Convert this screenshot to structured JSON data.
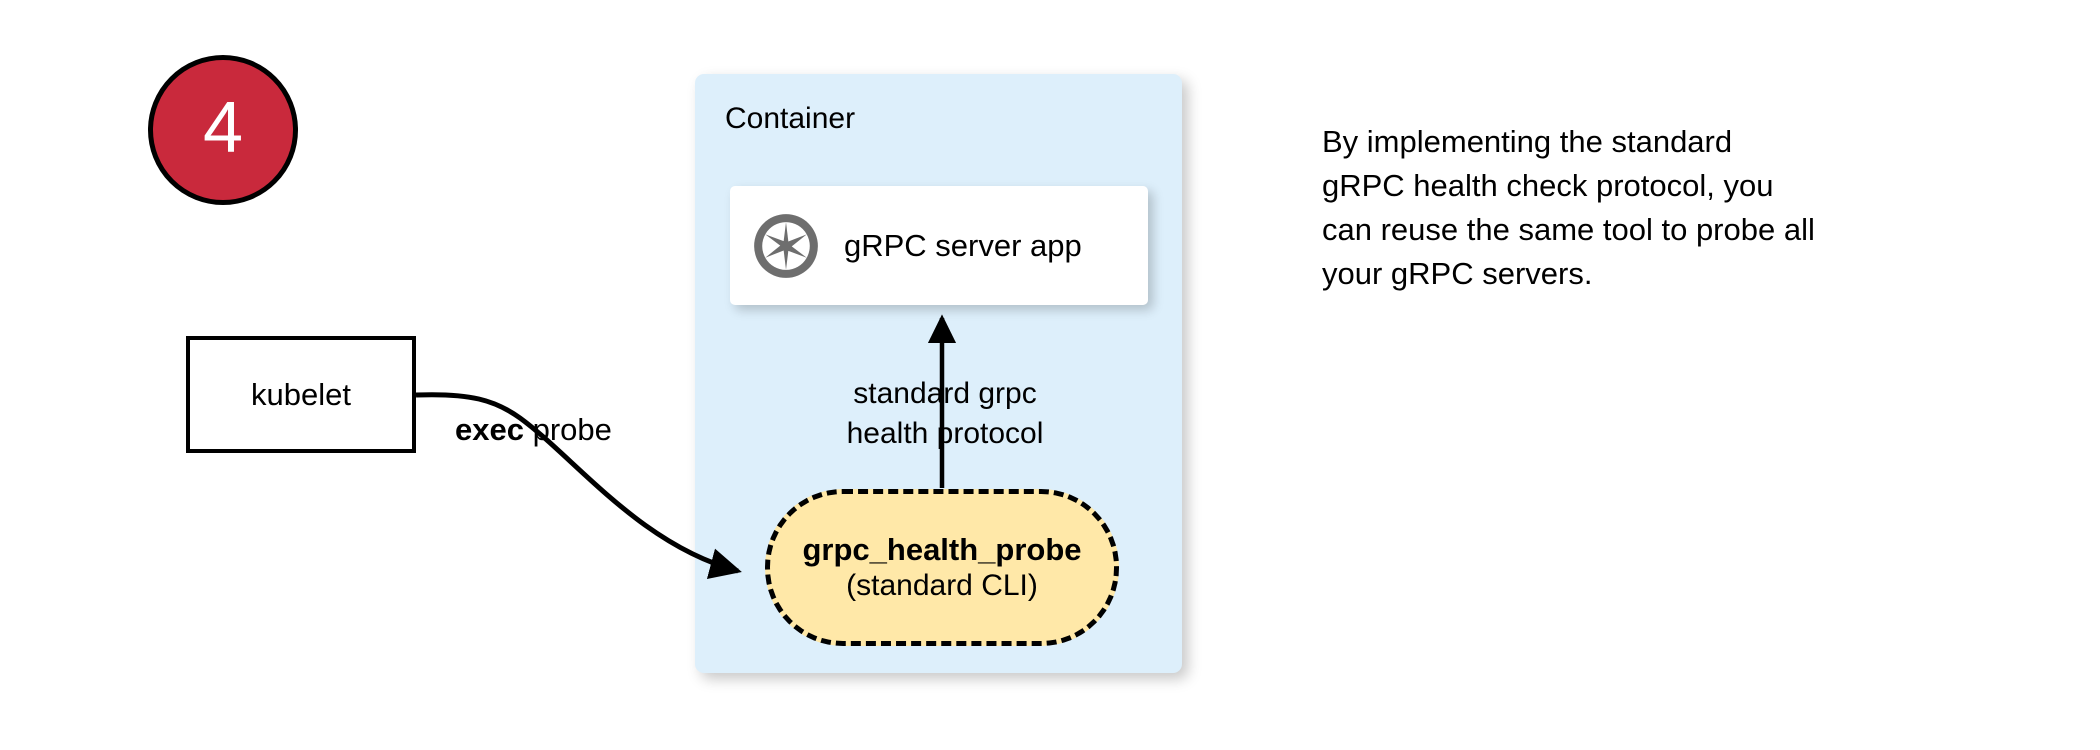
{
  "step": {
    "number": "4"
  },
  "container": {
    "label": "Container"
  },
  "server_app": {
    "label": "gRPC server app",
    "icon": "aperture-icon"
  },
  "health_probe": {
    "title": "grpc_health_probe",
    "subtitle": "(standard CLI)"
  },
  "kubelet": {
    "label": "kubelet"
  },
  "edges": {
    "exec_probe_bold": "exec",
    "exec_probe_rest": " probe",
    "protocol_line1": "standard grpc",
    "protocol_line2": "health protocol"
  },
  "caption": {
    "line1": "By implementing the standard",
    "line2": "gRPC health check protocol, you",
    "line3": "can reuse the same tool to probe all",
    "line4": "your gRPC servers."
  },
  "colors": {
    "badge_fill": "#c9293c",
    "badge_text": "#ffffff",
    "container_fill": "#ddeffb",
    "probe_fill": "#ffe8a8",
    "card_fill": "#ffffff",
    "stroke": "#000000",
    "icon_gray": "#6e6e6e"
  }
}
